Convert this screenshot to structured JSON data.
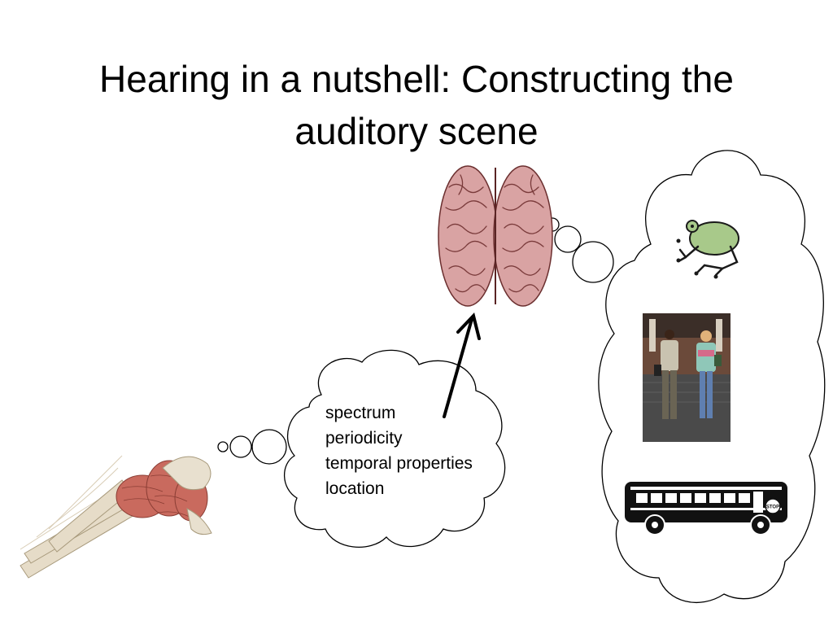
{
  "slide": {
    "title_line1": "Hearing in a nutshell: Constructing the",
    "title_line2": "auditory scene"
  },
  "feature_cloud": {
    "items": [
      "spectrum",
      "periodicity",
      "temporal properties",
      "location"
    ]
  },
  "scene_cloud": {
    "objects": [
      "frog-icon",
      "people-walking-photo",
      "school-bus-icon"
    ],
    "bus_sign": "STOP"
  },
  "illustrations": [
    "brainstem-illustration",
    "brain-illustration"
  ],
  "colors": {
    "text": "#000000",
    "brain": "#d9a3a3",
    "brain_fold": "#7a3b3b",
    "brainstem_muscle": "#c96a5e",
    "brainstem_nerve": "#e6dcc8",
    "frog": "#a8c98a",
    "bus": "#111111"
  }
}
